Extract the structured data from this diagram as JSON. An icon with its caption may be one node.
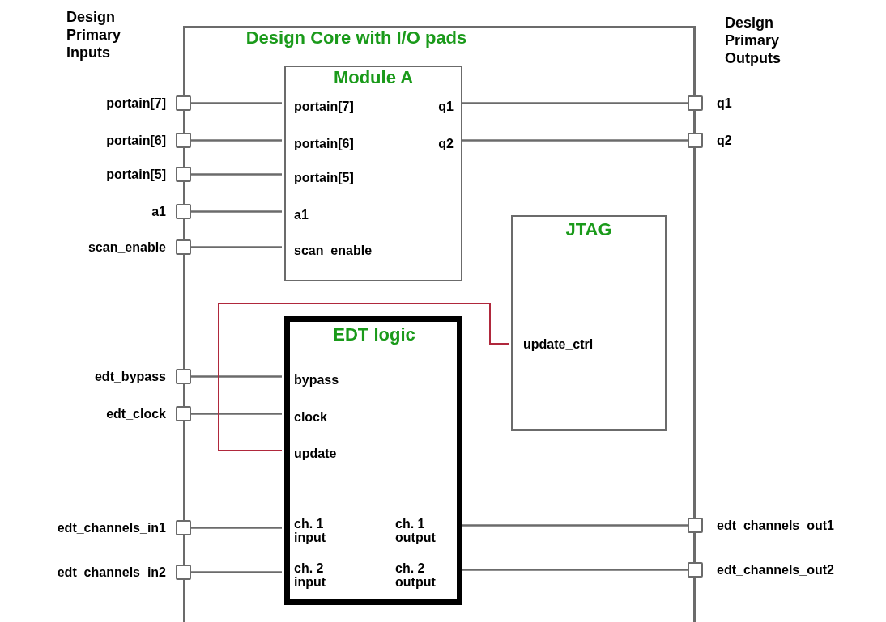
{
  "diagram": {
    "nodes": [
      {
        "text": [
          "Design Core with I/O pads"
        ]
      },
      {
        "text": [
          "Module A",
          "portain[7]",
          "portain[6]",
          "portain[5]",
          "a1",
          "scan_enable",
          "q1",
          "q2"
        ],
        "in": 0
      },
      {
        "text": [
          "JTAG",
          "update_ctrl"
        ],
        "in": 0
      },
      {
        "text": [
          "EDT logic",
          "bypass",
          "clock",
          "update",
          "ch. 1 input",
          "ch. 2 input",
          "ch. 1 output",
          "ch. 2 output"
        ],
        "in": 0
      },
      {
        "text": [],
        "shape": "box",
        "beside": [
          "portain[7]"
        ]
      },
      {
        "text": [],
        "shape": "box",
        "beside": [
          "portain[6]"
        ]
      },
      {
        "text": [],
        "shape": "box",
        "beside": [
          "portain[5]"
        ]
      },
      {
        "text": [],
        "shape": "box",
        "beside": [
          "a1"
        ]
      },
      {
        "text": [],
        "shape": "box",
        "beside": [
          "scan_enable"
        ]
      },
      {
        "text": [],
        "shape": "box",
        "beside": [
          "edt_bypass"
        ]
      },
      {
        "text": [],
        "shape": "box",
        "beside": [
          "edt_clock"
        ]
      },
      {
        "text": [],
        "shape": "box",
        "beside": [
          "edt_channels_in1"
        ]
      },
      {
        "text": [],
        "shape": "box",
        "beside": [
          "edt_channels_in2"
        ]
      },
      {
        "text": [],
        "shape": "box",
        "beside": [
          "q1"
        ]
      },
      {
        "text": [],
        "shape": "box",
        "beside": [
          "q2"
        ]
      },
      {
        "text": [],
        "shape": "box",
        "beside": [
          "edt_channels_out1"
        ]
      },
      {
        "text": [],
        "shape": "box",
        "beside": [
          "edt_channels_out2"
        ]
      }
    ],
    "edges": [
      {
        "from": 4,
        "to": 1,
        "arrow": "none"
      },
      {
        "from": 5,
        "to": 1,
        "arrow": "none"
      },
      {
        "from": 6,
        "to": 1,
        "arrow": "none"
      },
      {
        "from": 7,
        "to": 1,
        "arrow": "none"
      },
      {
        "from": 8,
        "to": 1,
        "arrow": "none"
      },
      {
        "from": 1,
        "to": 13,
        "arrow": "none"
      },
      {
        "from": 1,
        "to": 14,
        "arrow": "none"
      },
      {
        "from": 9,
        "to": 3,
        "arrow": "none"
      },
      {
        "from": 10,
        "to": 3,
        "arrow": "none"
      },
      {
        "from": 11,
        "to": 3,
        "arrow": "none"
      },
      {
        "from": 12,
        "to": 3,
        "arrow": "none"
      },
      {
        "from": 3,
        "to": 15,
        "arrow": "none"
      },
      {
        "from": 3,
        "to": 16,
        "arrow": "none"
      },
      {
        "from": 2,
        "to": 3,
        "arrow": "none",
        "color": "#b0283c"
      }
    ],
    "labels": [
      "Design Primary Inputs",
      "Design Primary Outputs"
    ]
  }
}
